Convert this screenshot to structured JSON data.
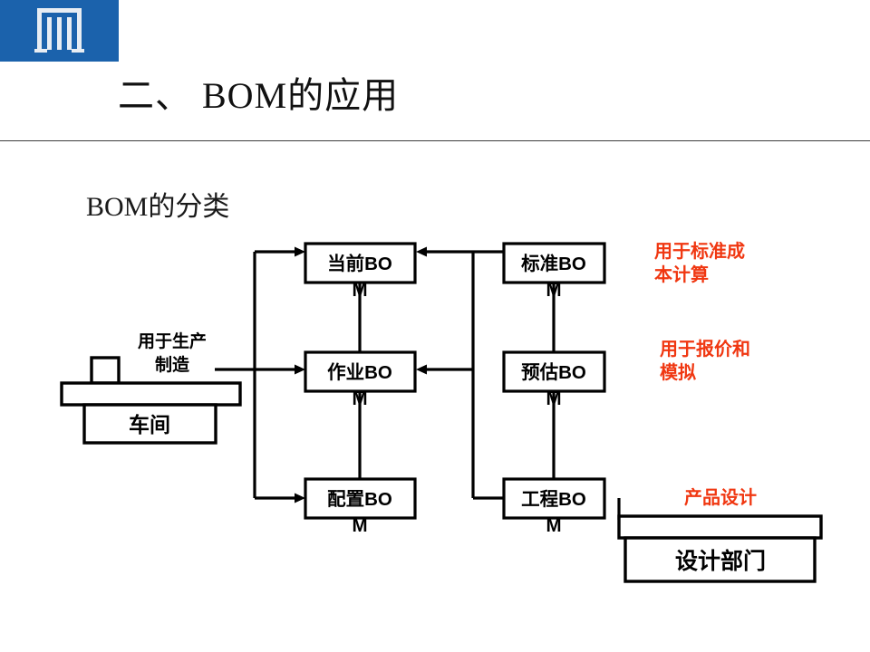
{
  "slide": {
    "title": "二、  BOM的应用",
    "subtitle": "BOM的分类",
    "logo_name": "gate-logo",
    "accent_blue": "#1B62AC",
    "accent_red": "#F03711",
    "divider": true
  },
  "diagram": {
    "type": "flow",
    "boxes": [
      {
        "id": "current",
        "line1": "当前BO",
        "line2": "M"
      },
      {
        "id": "work",
        "line1": "作业BO",
        "line2": "M"
      },
      {
        "id": "config",
        "line1": "配置BO",
        "line2": "M"
      },
      {
        "id": "standard",
        "line1": "标准BO",
        "line2": "M"
      },
      {
        "id": "estimate",
        "line1": "预估BO",
        "line2": "M"
      },
      {
        "id": "engineer",
        "line1": "工程BO",
        "line2": "M"
      }
    ],
    "entities": [
      {
        "id": "workshop",
        "label": "车间"
      },
      {
        "id": "design-dept",
        "label": "设计部门"
      }
    ],
    "labels": {
      "production": {
        "line1": "用于生产",
        "line2": "制造"
      }
    },
    "annotations": [
      {
        "id": "standard-cost",
        "line1": "用于标准成",
        "line2": "本计算"
      },
      {
        "id": "quote-simulate",
        "line1": "用于报价和",
        "line2": "模拟"
      },
      {
        "id": "product-design",
        "line1": "产品设计",
        "line2": ""
      }
    ]
  }
}
